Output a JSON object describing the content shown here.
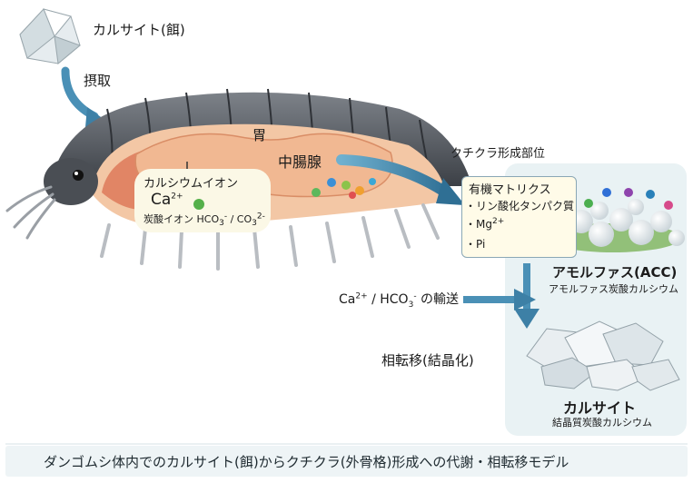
{
  "labels": {
    "calcite_food": "カルサイト(餌)",
    "intake": "摂取",
    "stomach": "胃",
    "midgut_gland": "中腸腺",
    "calcium_ion_title": "カルシウムイオン",
    "ca_symbol": "Ca",
    "ca_charge": "2+",
    "carbonate_prefix": "炭酸イオン HCO",
    "carbonate_sub": "3",
    "carbonate_sup": "-",
    "carbonate_sep": " / CO",
    "carbonate2_sub": "3",
    "carbonate2_sup": "2-",
    "formation_site": "クチクラ形成部位",
    "organic_matrix": "有機マトリクス",
    "matrix_item1": "・リン酸化タンパク質",
    "matrix_item2_prefix": "・Mg",
    "matrix_item2_sup": "2+",
    "matrix_item3": "・Pi",
    "acc_title": "アモルファス(ACC)",
    "acc_sub": "アモルファス炭酸カルシウム",
    "transport_ca": "Ca",
    "transport_ca_sup": "2+",
    "transport_mid": " / HCO",
    "transport_sub": "3",
    "transport_sup": "-",
    "transport_suffix": " の輸送",
    "phase_transition": "相転移(結晶化)",
    "calcite_title": "カルサイト",
    "calcite_sub": "結晶質炭酸カルシウム",
    "footer": "ダンゴムシ体内でのカルサイト(餌)からクチクラ(外骨格)形成への代謝・相転移モデル"
  },
  "colors": {
    "arrow": "#3f86a8",
    "shell": "#555a60",
    "gut": "#f1b892",
    "panel": "#e9f2f4"
  },
  "icons": [
    "calcite-crystal-icon",
    "ca-ion-dot-icon",
    "acc-particles-icon",
    "calcite-crystals-icon"
  ]
}
